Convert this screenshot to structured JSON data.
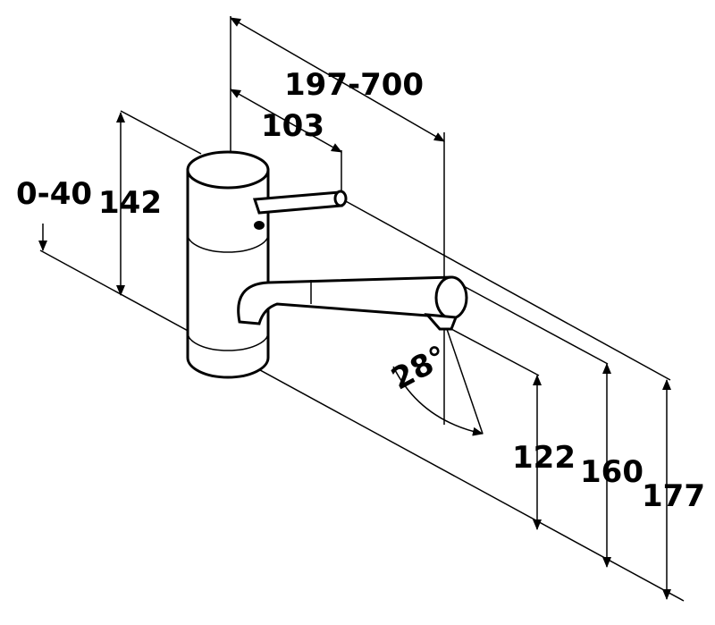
{
  "drawing": {
    "dimensions": {
      "reach": "197-700",
      "lever_offset": "103",
      "deck_thickness": "0-40",
      "body_height": "142",
      "swivel_angle": "28°",
      "spout_outlet_height": "122",
      "spout_top_height": "160",
      "total_height": "177"
    },
    "colors": {
      "line": "#000000",
      "background": "#ffffff"
    }
  }
}
